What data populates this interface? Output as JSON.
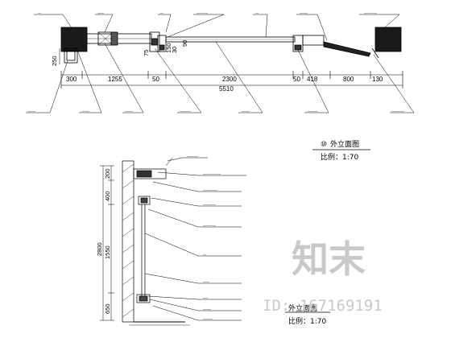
{
  "top_plan": {
    "top_leaders": [
      "__",
      "____",
      "__",
      "_______",
      "__",
      "_____",
      "________"
    ],
    "small_dims": [
      "250",
      "75",
      "150",
      "90",
      "30"
    ],
    "dim_row": [
      "300",
      "1255",
      "50",
      "2300",
      "50",
      "418",
      "800",
      "130"
    ],
    "total": "5510",
    "bottom_leaders": [
      "_____",
      "_____",
      "_____",
      "_______",
      "_____",
      "_______",
      "________"
    ]
  },
  "section": {
    "title": "外立面图",
    "title_mark": "⑩",
    "scale": "比例：1:70",
    "dims_left_outer": [
      "2800"
    ],
    "dims_left_inner": [
      "200",
      "400",
      "1550",
      "650"
    ],
    "right_leaders": [
      "_______",
      "___________",
      "_________",
      "________",
      "________",
      "__",
      "____",
      "___",
      "_____",
      "______"
    ],
    "bottom_title": "外立面图",
    "bottom_scale": "比例：1:70"
  },
  "watermark": {
    "logo": "知末",
    "id_text": "ID: 167169191"
  }
}
